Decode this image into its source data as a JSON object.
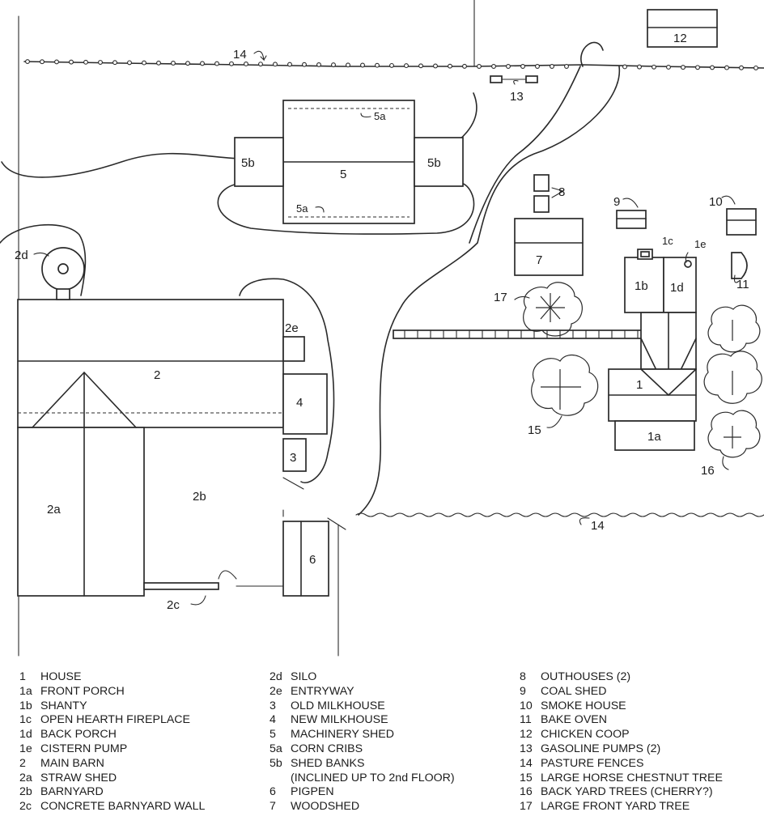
{
  "map_labels": {
    "house": "1",
    "front_porch": "1a",
    "shanty": "1b",
    "fireplace": "1c",
    "back_porch": "1d",
    "cistern_pump": "1e",
    "main_barn": "2",
    "straw_shed": "2a",
    "barnyard": "2b",
    "barnyard_wall": "2c",
    "silo": "2d",
    "entryway": "2e",
    "old_milkhouse": "3",
    "new_milkhouse": "4",
    "machinery_shed": "5",
    "corn_crib_top": "5a",
    "corn_crib_bottom": "5a",
    "shed_bank_left": "5b",
    "shed_bank_right": "5b",
    "pigpen": "6",
    "woodshed": "7",
    "outhouses": "8",
    "coal_shed": "9",
    "smoke_house": "10",
    "bake_oven": "11",
    "chicken_coop": "12",
    "gas_pumps": "13",
    "fence_top": "14",
    "fence_bottom": "14",
    "horse_chestnut": "15",
    "back_yard_trees": "16",
    "front_yard_tree": "17"
  },
  "legend": {
    "col1": [
      {
        "code": "1",
        "desc": "HOUSE"
      },
      {
        "code": "1a",
        "desc": "FRONT PORCH"
      },
      {
        "code": "1b",
        "desc": "SHANTY"
      },
      {
        "code": "1c",
        "desc": "OPEN HEARTH FIREPLACE"
      },
      {
        "code": "1d",
        "desc": "BACK PORCH"
      },
      {
        "code": "1e",
        "desc": "CISTERN PUMP"
      },
      {
        "code": "2",
        "desc": "MAIN BARN"
      },
      {
        "code": "2a",
        "desc": "STRAW SHED"
      },
      {
        "code": "2b",
        "desc": "BARNYARD"
      },
      {
        "code": "2c",
        "desc": "CONCRETE BARNYARD WALL"
      }
    ],
    "col2": [
      {
        "code": "2d",
        "desc": "SILO"
      },
      {
        "code": "2e",
        "desc": "ENTRYWAY"
      },
      {
        "code": "3",
        "desc": "OLD MILKHOUSE"
      },
      {
        "code": "4",
        "desc": "NEW MILKHOUSE"
      },
      {
        "code": "5",
        "desc": "MACHINERY SHED"
      },
      {
        "code": "5a",
        "desc": "CORN CRIBS"
      },
      {
        "code": "5b",
        "desc": "SHED BANKS"
      },
      {
        "code": "",
        "desc": "(INCLINED UP TO 2nd FLOOR)"
      },
      {
        "code": "6",
        "desc": "PIGPEN"
      },
      {
        "code": "7",
        "desc": "WOODSHED"
      }
    ],
    "col3": [
      {
        "code": "8",
        "desc": "OUTHOUSES (2)"
      },
      {
        "code": "9",
        "desc": "COAL SHED"
      },
      {
        "code": "10",
        "desc": "SMOKE HOUSE"
      },
      {
        "code": "11",
        "desc": "BAKE OVEN"
      },
      {
        "code": "12",
        "desc": "CHICKEN COOP"
      },
      {
        "code": "13",
        "desc": "GASOLINE PUMPS (2)"
      },
      {
        "code": "14",
        "desc": "PASTURE FENCES"
      },
      {
        "code": "15",
        "desc": "LARGE HORSE CHESTNUT TREE"
      },
      {
        "code": "16",
        "desc": "BACK YARD TREES (CHERRY?)"
      },
      {
        "code": "17",
        "desc": "LARGE FRONT YARD TREE"
      }
    ]
  }
}
